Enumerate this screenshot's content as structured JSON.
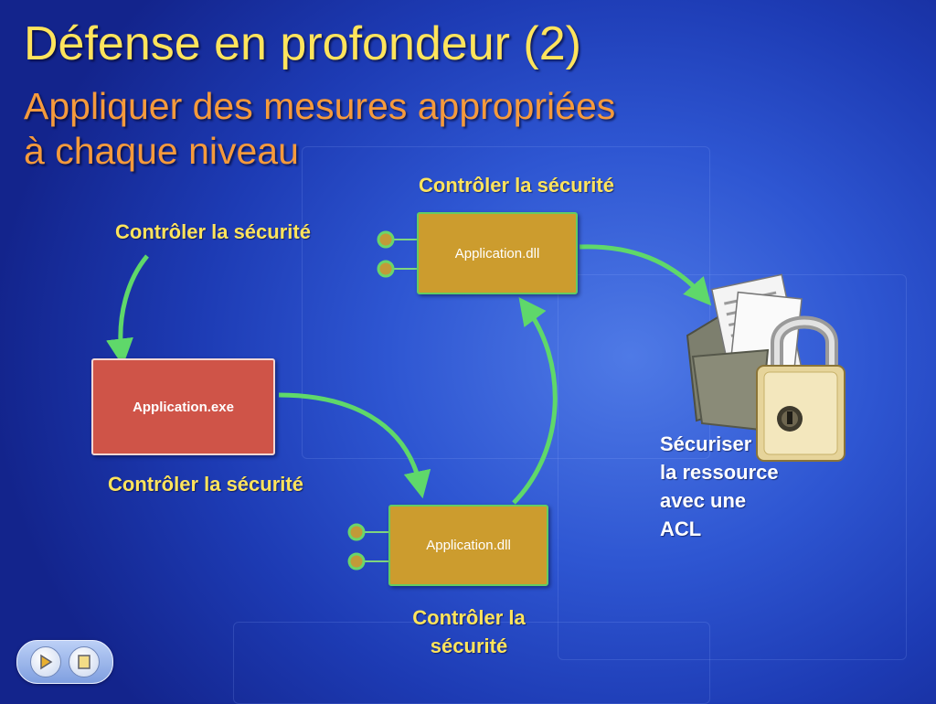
{
  "title": "Défense en profondeur (2)",
  "subtitle_line1": "Appliquer des mesures appropriées",
  "subtitle_line2": "à chaque niveau",
  "labels": {
    "check_top_right": "Contrôler la sécurité",
    "check_top_left": "Contrôler la sécurité",
    "check_middle_left": "Contrôler la sécurité",
    "check_bottom_line1": "Contrôler la",
    "check_bottom_line2": "sécurité"
  },
  "nodes": {
    "exe": "Application.exe",
    "dll_top": "Application.dll",
    "dll_bottom": "Application.dll"
  },
  "resource": {
    "line1": "Sécuriser",
    "line2": "la ressource",
    "line3": "avec une",
    "line4": "ACL"
  },
  "icons": {
    "resource": "locked-folder-icon",
    "nav_next": "play-icon",
    "nav_slide": "slide-icon"
  },
  "colors": {
    "title": "#ffe45c",
    "subtitle": "#f59a3c",
    "arrow": "#5fd86a",
    "exe_box": "#cf5448",
    "dll_box": "#cc9c2e"
  }
}
